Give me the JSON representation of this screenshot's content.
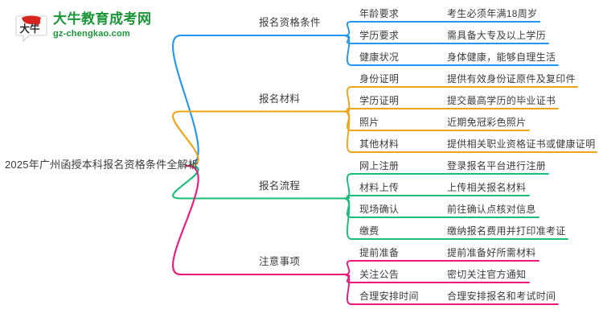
{
  "logo": {
    "mark_name": "da-niu-speech-bubble-logo",
    "name": "大牛教育成考网",
    "url": "gz-chengkao.com",
    "mark_char": "大牛",
    "brand_green": "#1a9638",
    "brand_red": "#d8231f"
  },
  "mindmap": {
    "root": "2025年广州函授本科报名资格条件全解析",
    "branches": [
      {
        "label": "报名资格条件",
        "color": "#2196f3",
        "items": [
          {
            "title": "年龄要求",
            "detail": "考生必须年满18周岁"
          },
          {
            "title": "学历要求",
            "detail": "需具备大专及以上学历"
          },
          {
            "title": "健康状况",
            "detail": "身体健康，能够自理生活"
          }
        ]
      },
      {
        "label": "报名材料",
        "color": "#eda517",
        "items": [
          {
            "title": "身份证明",
            "detail": "提供有效身份证原件及复印件"
          },
          {
            "title": "学历证明",
            "detail": "提交最高学历的毕业证书"
          },
          {
            "title": "照片",
            "detail": "近期免冠彩色照片"
          },
          {
            "title": "其他材料",
            "detail": "提供相关职业资格证书或健康证明"
          }
        ]
      },
      {
        "label": "报名流程",
        "color": "#16be79",
        "items": [
          {
            "title": "网上注册",
            "detail": "登录报名平台进行注册"
          },
          {
            "title": "材料上传",
            "detail": "上传相关报名材料"
          },
          {
            "title": "现场确认",
            "detail": "前往确认点核对信息"
          },
          {
            "title": "缴费",
            "detail": "缴纳报名费用并打印准考证"
          }
        ]
      },
      {
        "label": "注意事项",
        "color": "#ef177a",
        "items": [
          {
            "title": "提前准备",
            "detail": "提前准备好所需材料"
          },
          {
            "title": "关注公告",
            "detail": "密切关注官方通知"
          },
          {
            "title": "合理安排时间",
            "detail": "合理安排报名和考试时间"
          }
        ]
      }
    ]
  }
}
